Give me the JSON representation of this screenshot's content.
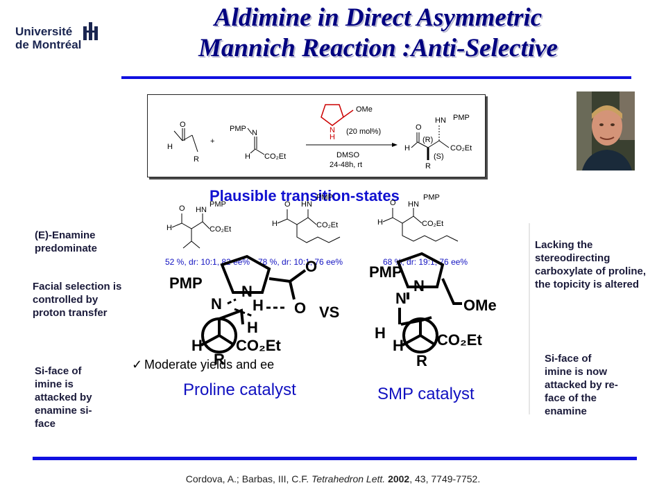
{
  "logo": {
    "line1": "Université",
    "line2": "de Montréal"
  },
  "title": {
    "line1": "Aldimine in Direct Asymmetric",
    "line2": "Mannich Reaction :Anti-Selective"
  },
  "scheme": {
    "aldehyde_o": "O",
    "aldehyde_h": "H",
    "aldehyde_r": "R",
    "plus": "+",
    "imine_pmp": "PMP",
    "imine_n": "N",
    "imine_h": "H",
    "imine_ester": "CO₂Et",
    "catalyst_ome": "OMe",
    "catalyst_n": "N",
    "catalyst_h": "H",
    "catalyst_loading": "(20 mol%)",
    "solvent": "DMSO",
    "conditions": "24-48h, rt",
    "product_hn": "HN",
    "product_pmp": "PMP",
    "product_o": "O",
    "product_h": "H",
    "product_r_config": "(R)",
    "product_s_config": "(S)",
    "product_ester": "CO₂Et",
    "product_r": "R"
  },
  "figure": {
    "heading": "Plausible transition-states",
    "products": [
      {
        "label": "HN",
        "pmp": "PMP",
        "o": "O",
        "h": "H",
        "ester": "CO₂Et",
        "result": "52 %, dr: 10:1, 82 ee%"
      },
      {
        "label": "HN",
        "pmp": "PMP",
        "o": "O",
        "h": "H",
        "ester": "CO₂Et",
        "result": "78 %, dr: 10:1, 76 ee%"
      },
      {
        "label": "HN",
        "pmp": "PMP",
        "o": "O",
        "h": "H",
        "ester": "CO₂Et",
        "result": "68 %, dr: 19:1, 76 ee%"
      }
    ],
    "ts_left": {
      "pmp": "PMP",
      "n1": "N",
      "n2": "N",
      "o1": "O",
      "o2": "O",
      "h1": "H",
      "h2": "H",
      "h3": "H",
      "ester": "CO₂Et",
      "r": "R"
    },
    "ts_right": {
      "pmp": "PMP",
      "n1": "N",
      "n2": "N",
      "ome": "OMe",
      "h1": "H",
      "h2": "H",
      "ester": "CO₂Et",
      "r": "R"
    },
    "vs": "VS",
    "bullet": "Moderate yields and ee",
    "proline_label": "Proline catalyst",
    "smp_label": "SMP catalyst"
  },
  "left_notes": {
    "enamine": "(E)-Enamine predominate",
    "facial": "Facial selection is controlled by proton transfer",
    "siface": "Si-face of imine is attacked by enamine si-face"
  },
  "right_notes": {
    "lacking": "Lacking the stereodirecting carboxylate of proline, the topicity is altered",
    "siface": "Si-face of imine is now attacked by re-face of the enamine"
  },
  "citation": {
    "authors": "Cordova, A.;  Barbas, III, C.F. ",
    "journal": "Tetrahedron Lett.",
    "year": "2002",
    "rest": ", 43, 7749-7752."
  },
  "colors": {
    "title": "#000080",
    "rule": "#1010e0",
    "result_text": "#1010c0",
    "catalyst_ring": "#cc0000"
  }
}
